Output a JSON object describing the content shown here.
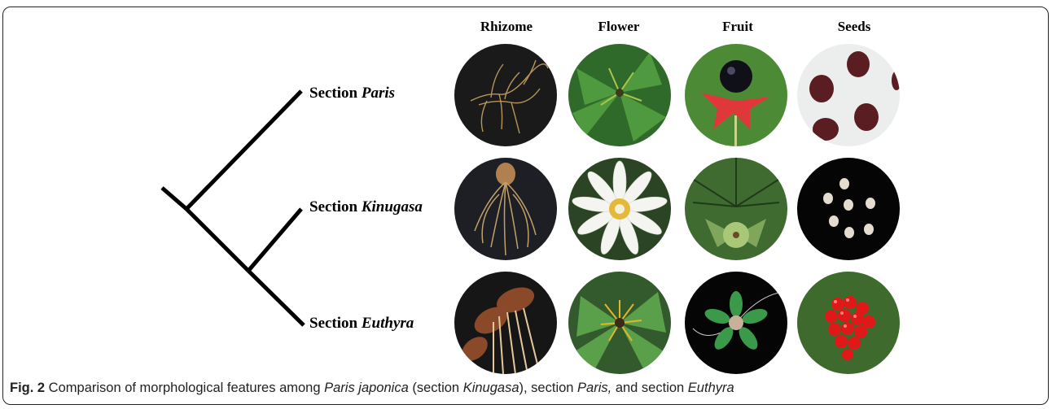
{
  "columns": [
    "Rhizome",
    "Flower",
    "Fruit",
    "Seeds"
  ],
  "sections": [
    {
      "prefix": "Section",
      "name": "Paris"
    },
    {
      "prefix": "Section",
      "name": "Kinugasa"
    },
    {
      "prefix": "Section",
      "name": "Euthyra"
    }
  ],
  "caption": {
    "fig": "Fig. 2",
    "t1": " Comparison of morphological features among ",
    "i1": "Paris japonica",
    "t2": " (section ",
    "i2": "Kinugasa",
    "t3": "), section ",
    "i3": "Paris,",
    "t4": " and section ",
    "i4": "Euthyra"
  }
}
